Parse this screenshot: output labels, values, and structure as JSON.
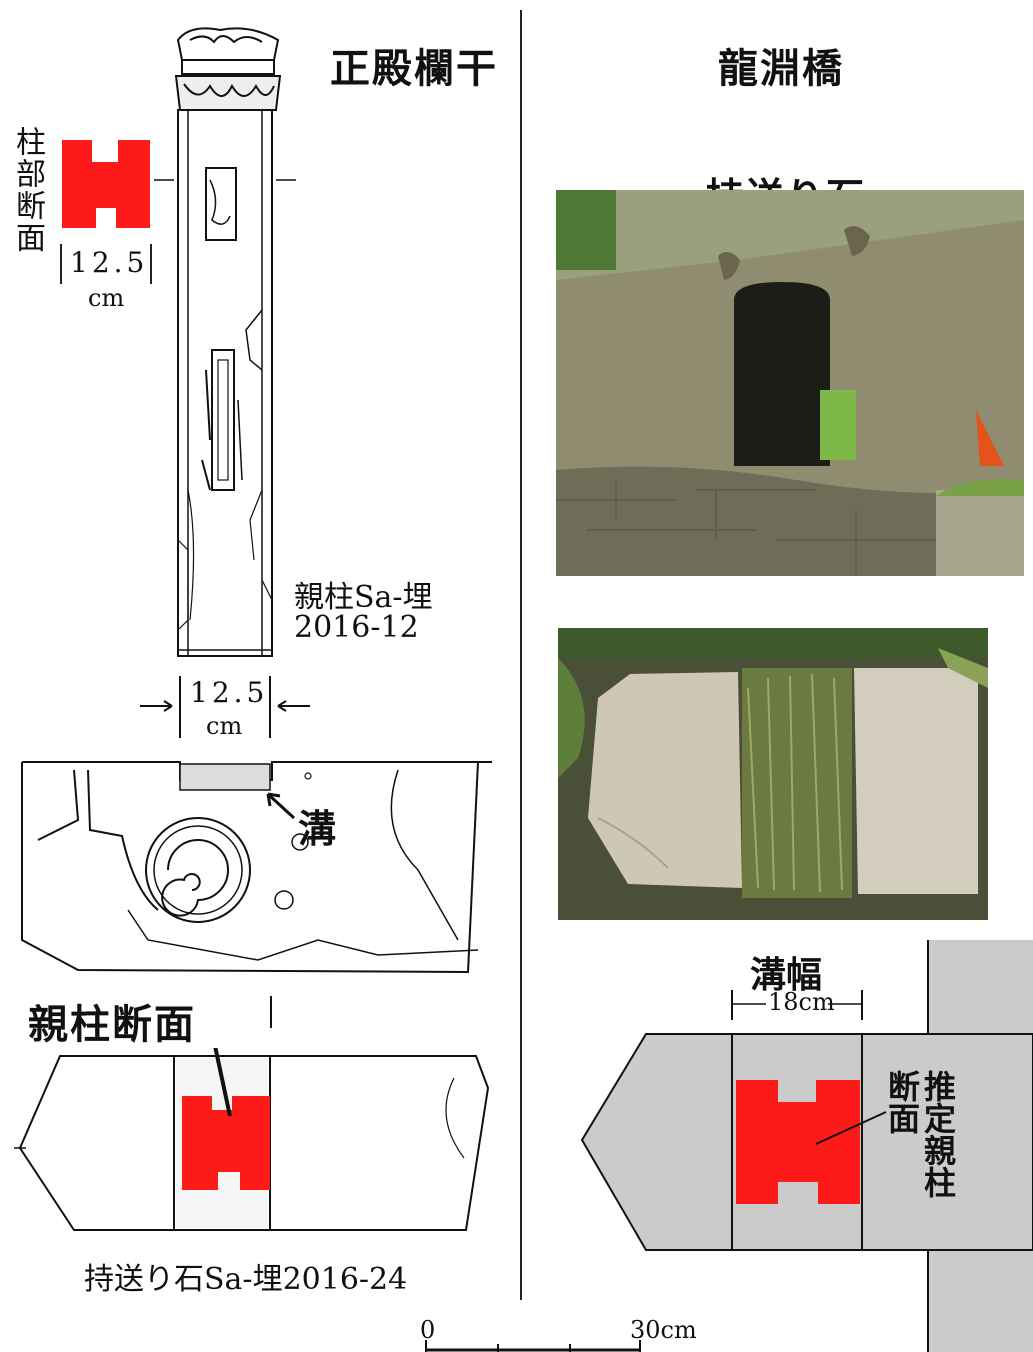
{
  "left": {
    "title": "正殿欄干",
    "pillar_section_label": "柱部断面",
    "pillar_width_value": "12.5",
    "pillar_width_unit": "cm",
    "pillar_caption_line1": "親柱Sa-埋",
    "pillar_caption_line2": "2016-12",
    "top_width_value": "12.5",
    "top_width_unit": "cm",
    "groove_label": "溝",
    "section_label": "親柱断面",
    "stone_caption": "持送り石Sa-埋2016-24"
  },
  "right": {
    "title": "龍淵橋",
    "photo_label": "持送り石",
    "groove_width_label": "溝幅",
    "groove_width_value": "18cm",
    "estimated_label": "推定親柱断面"
  },
  "scale": {
    "zero": "0",
    "max": "30cm"
  },
  "colors": {
    "section_red": "#ff1a1a",
    "diagram_gray": "#cbcbcb",
    "line": "#111111"
  }
}
